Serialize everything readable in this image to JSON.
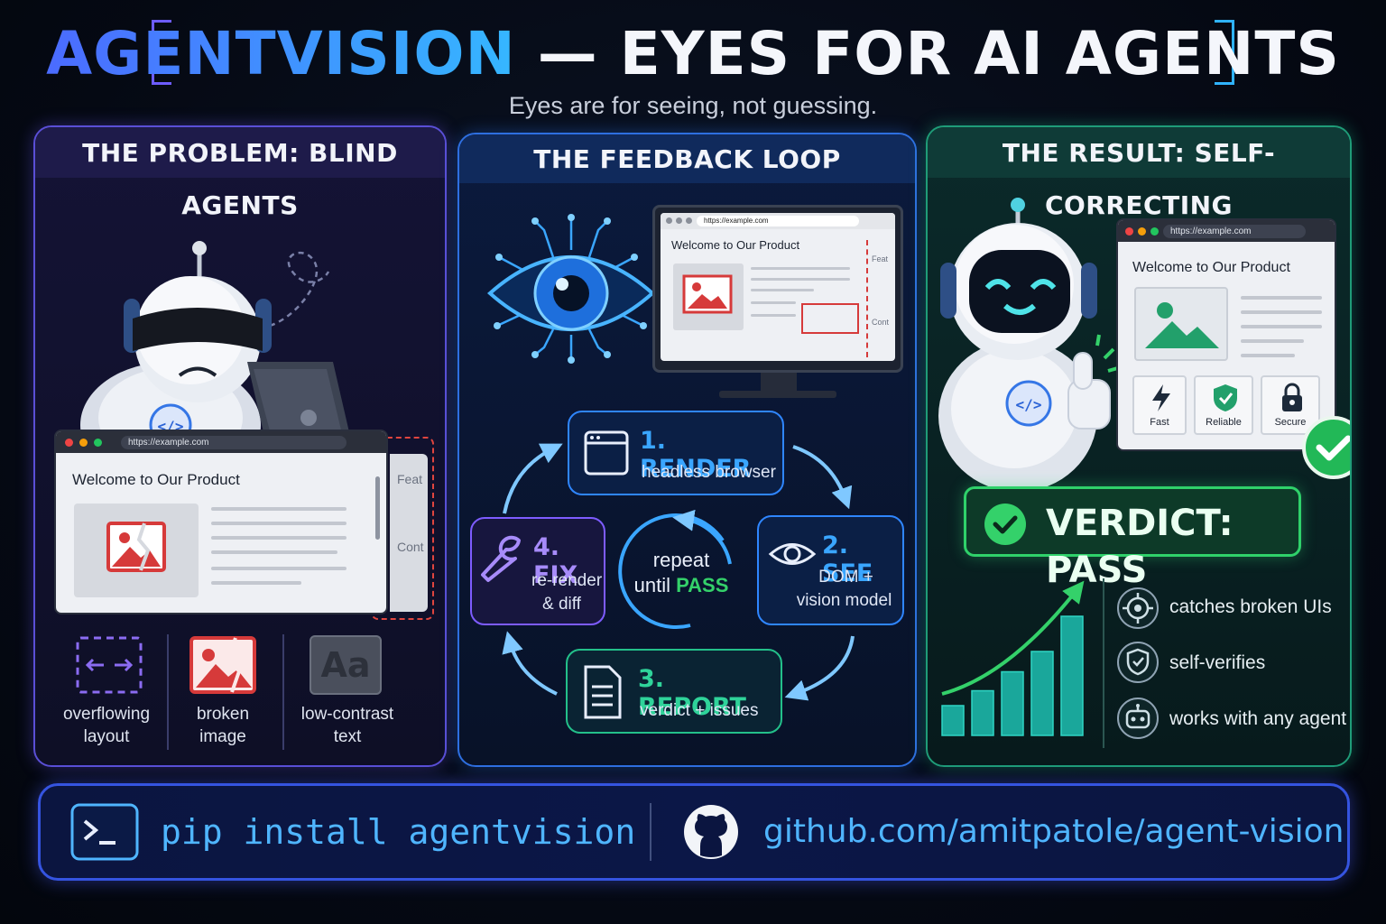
{
  "header": {
    "title_part1": "AGENTVISION",
    "title_part2": " — EYES FOR AI AGENTS",
    "subtitle": "Eyes are for seeing, not guessing."
  },
  "problem": {
    "heading": "THE PROBLEM: BLIND AGENTS",
    "browser_url": "https://example.com",
    "browser_title": "Welcome to Our Product",
    "side_text_1": "Feat",
    "side_text_2": "Cont",
    "issues": [
      {
        "label_1": "overflowing",
        "label_2": "layout"
      },
      {
        "label_1": "broken",
        "label_2": "image"
      },
      {
        "label_1": "low-contrast",
        "label_2": "text"
      }
    ],
    "aa_glyph": "Aa"
  },
  "loop": {
    "heading": "THE FEEDBACK LOOP",
    "browser_url": "https://example.com",
    "browser_title": "Welcome to Our Product",
    "side_text_1": "Feat",
    "side_text_2": "Cont",
    "steps": [
      {
        "title": "1. RENDER",
        "sub_1": "headless browser",
        "sub_2": ""
      },
      {
        "title": "2. SEE",
        "sub_1": "DOM +",
        "sub_2": "vision model"
      },
      {
        "title": "3. REPORT",
        "sub_1": "verdict + issues",
        "sub_2": ""
      },
      {
        "title": "4. FIX",
        "sub_1": "re-render",
        "sub_2": "& diff"
      }
    ],
    "center_1": "repeat",
    "center_2": "until",
    "center_pass": "PASS"
  },
  "result": {
    "heading": "THE RESULT: SELF-CORRECTING",
    "browser_url": "https://example.com",
    "browser_title": "Welcome to Our Product",
    "tiles": [
      "Fast",
      "Reliable",
      "Secure"
    ],
    "verdict": "VERDICT: PASS",
    "features": [
      "catches broken UIs",
      "self-verifies",
      "works with any agent"
    ],
    "growth_bars": [
      0.22,
      0.33,
      0.47,
      0.62,
      0.88
    ]
  },
  "footer": {
    "install": "pip install agentvision",
    "repo": "github.com/amitpatole/agent-vision"
  },
  "colors": {
    "accent_blue": "#3f8cff",
    "accent_purple": "#6d5cff",
    "accent_green": "#22c55e",
    "error_red": "#d63a3a"
  }
}
